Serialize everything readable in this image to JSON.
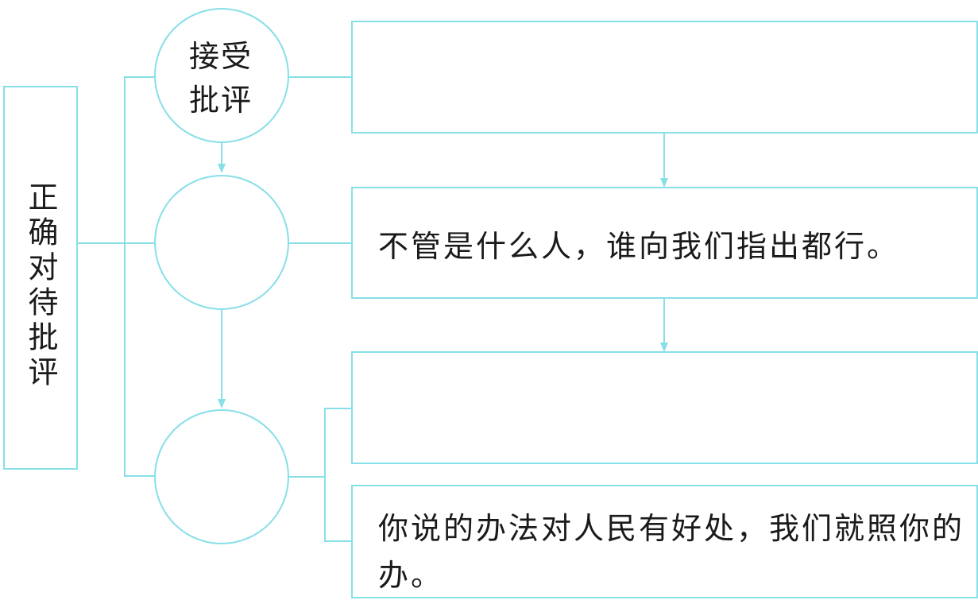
{
  "title": "正确对待批评",
  "circles": [
    {
      "label": "接受\n批评"
    },
    {
      "label": ""
    },
    {
      "label": ""
    }
  ],
  "boxes": [
    {
      "text": ""
    },
    {
      "text": "不管是什么人，谁向我们指出都行。"
    },
    {
      "text": ""
    },
    {
      "text": "你说的办法对人民有好处，我们就照你的办。"
    }
  ],
  "colors": {
    "line": "#87dfe8",
    "text": "#1a1a1a",
    "background": "#ffffff"
  }
}
